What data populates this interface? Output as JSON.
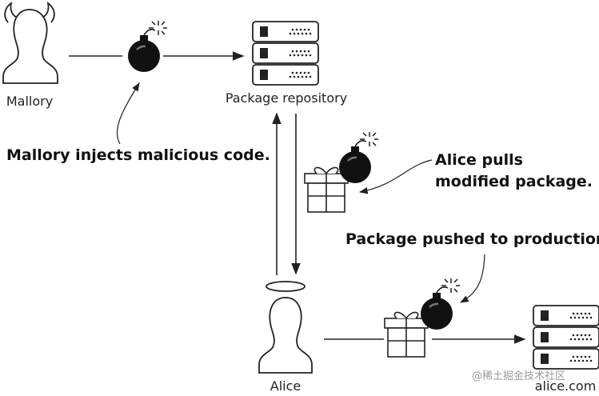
{
  "nodes": {
    "mallory": "Mallory",
    "package_repository": "Package repository",
    "alice": "Alice",
    "alice_com": "alice.com"
  },
  "annotations": {
    "inject": "Mallory injects malicious code.",
    "pull_line1": "Alice pulls",
    "pull_line2": "modified package.",
    "pushed": "Package pushed to production."
  },
  "icons": {
    "mallory_figure": "devil-silhouette-icon",
    "alice_figure": "angel-silhouette-icon",
    "bomb": "bomb-icon",
    "package": "gift-box-icon",
    "server": "server-stack-icon"
  },
  "watermark": "@稀土掘金技术社区"
}
